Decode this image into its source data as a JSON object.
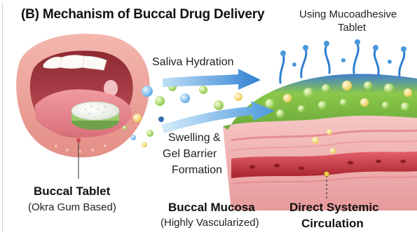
{
  "title": {
    "main": "(B)  Mechanism of Buccal Drug Delivery",
    "suffix_line1": "Using Mucoadhesive",
    "suffix_line2": "Tablet"
  },
  "labels": {
    "saliva": "Saliva Hydration",
    "swelling_line1": "Swelling &",
    "swelling_line2": "Gel Barrier",
    "swelling_line3": "Formation",
    "tablet_title": "Buccal Tablet",
    "tablet_sub": "(Okra Gum Based)",
    "mucosa_title": "Buccal Mucosa",
    "mucosa_sub": "(Highly Vascularized)",
    "systemic_line1": "Direct Systemic",
    "systemic_line2": "Circulation"
  },
  "colors": {
    "arrow_blue": "#3f8fd6",
    "gel_green": "#8fc94a",
    "mucosa_pink": "#e9a3a5",
    "vessel_red": "#c8323a",
    "tablet_green": "#9acb6a"
  }
}
